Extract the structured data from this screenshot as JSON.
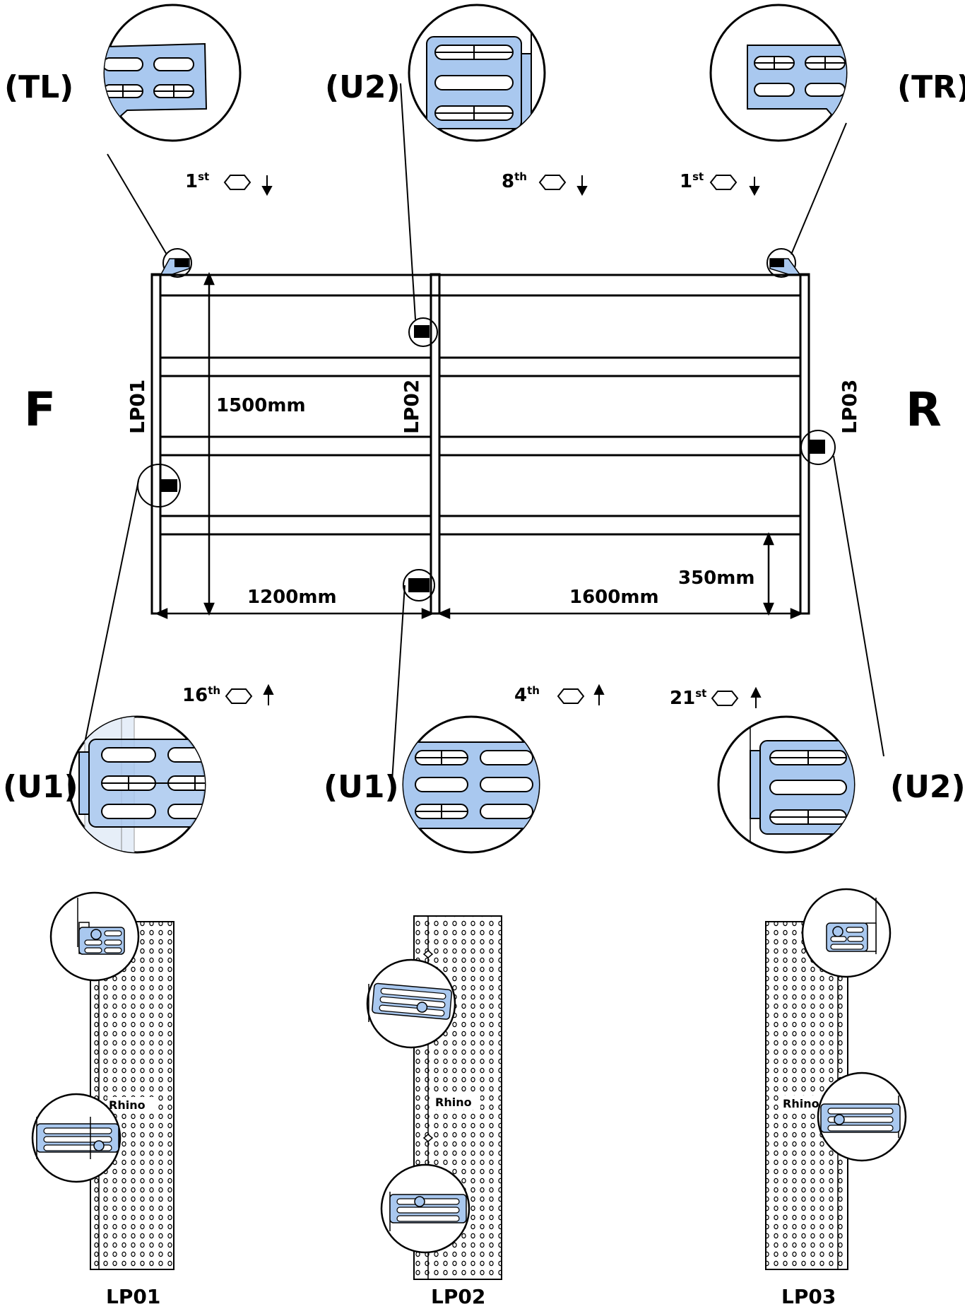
{
  "colors": {
    "plate": "#a9c8ef",
    "line": "#000000",
    "background": "#ffffff"
  },
  "side_labels": {
    "front": "F",
    "rear": "R"
  },
  "posts": {
    "lp01": "LP01",
    "lp02": "LP02",
    "lp03": "LP03"
  },
  "dimensions": {
    "height": "1500mm",
    "bay_1_width": "1200mm",
    "bay_2_width": "1600mm",
    "lowest_beam": "350mm"
  },
  "top_callouts": [
    {
      "code": "(TL)",
      "hole_num": "1",
      "hole_suffix": "st",
      "direction": "down"
    },
    {
      "code": "(U2)",
      "hole_num": "8",
      "hole_suffix": "th",
      "direction": "down"
    },
    {
      "code": "(TR)",
      "hole_num": "1",
      "hole_suffix": "st",
      "direction": "down"
    }
  ],
  "bottom_callouts": [
    {
      "code": "(U1)",
      "hole_num": "16",
      "hole_suffix": "th",
      "direction": "up"
    },
    {
      "code": "(U1)",
      "hole_num": "4",
      "hole_suffix": "th",
      "direction": "up"
    },
    {
      "code": "(U2)",
      "hole_num": "21",
      "hole_suffix": "st",
      "direction": "up"
    }
  ],
  "icons": [
    "hole-icon",
    "arrow-down-icon",
    "arrow-up-icon",
    "rhino-logo"
  ],
  "upright_captions": [
    "LP01",
    "LP02",
    "LP03"
  ],
  "upright_logo_text": "Rhino"
}
